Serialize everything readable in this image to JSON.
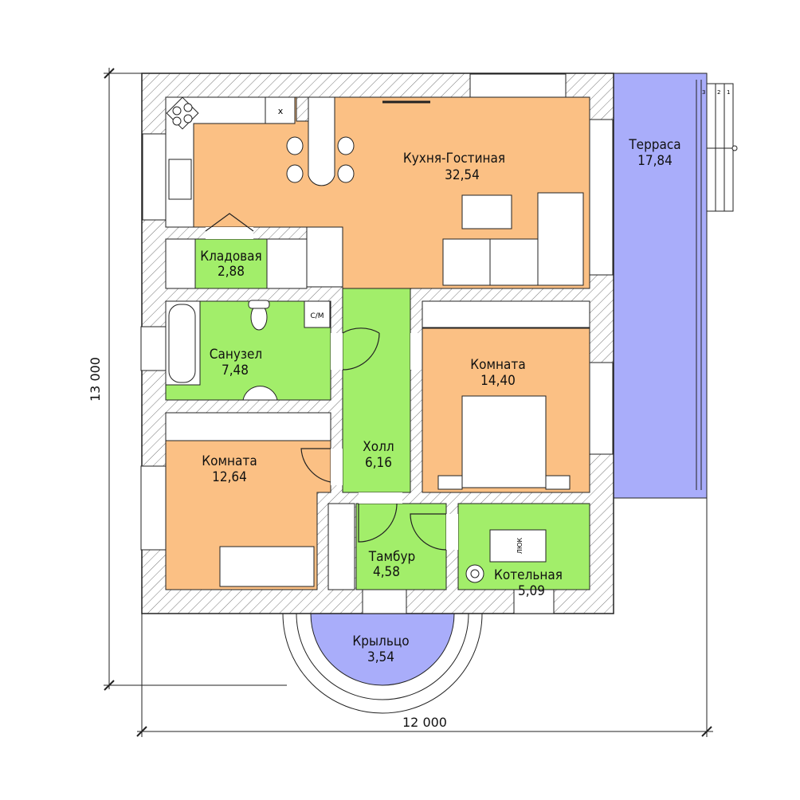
{
  "plan": {
    "rooms": [
      {
        "id": "kitchen-living",
        "name": "Кухня-Гостиная",
        "area": "32,54"
      },
      {
        "id": "pantry",
        "name": "Кладовая",
        "area": "2,88"
      },
      {
        "id": "bathroom",
        "name": "Санузел",
        "area": "7,48"
      },
      {
        "id": "hall",
        "name": "Холл",
        "area": "6,16"
      },
      {
        "id": "room-left",
        "name": "Комната",
        "area": "12,64"
      },
      {
        "id": "room-right",
        "name": "Комната",
        "area": "14,40"
      },
      {
        "id": "vestibule",
        "name": "Тамбур",
        "area": "4,58"
      },
      {
        "id": "boiler",
        "name": "Котельная",
        "area": "5,09"
      },
      {
        "id": "terrace",
        "name": "Терраса",
        "area": "17,84"
      },
      {
        "id": "porch",
        "name": "Крыльцо",
        "area": "3,54"
      }
    ],
    "fixtures": {
      "washer": "С/М",
      "hatch": "ЛЮК",
      "fridge": "x"
    },
    "stairs_steps": [
      "1",
      "2",
      "3"
    ],
    "dimensions": {
      "height": "13 000",
      "width": "12 000"
    },
    "colors": {
      "warm": "#fbc084",
      "wet": "#a2ee6a",
      "outdoor": "#a9adfa",
      "wall": "#ffffff"
    }
  }
}
